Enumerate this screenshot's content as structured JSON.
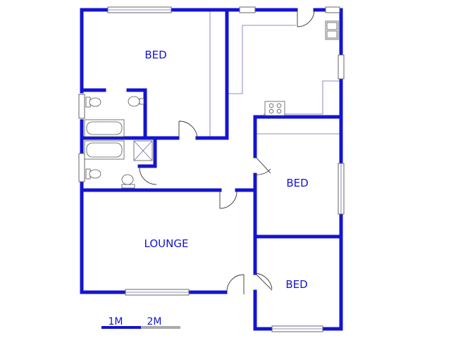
{
  "rooms": {
    "bed_top_left": "BED",
    "bed_right_middle": "BED",
    "lounge": "LOUNGE",
    "bed_bottom_right": "BED"
  },
  "scale_bar": {
    "label_1": "1M",
    "label_2": "2M"
  },
  "colors": {
    "wall": "#1414d2",
    "label": "#1414d2",
    "scale_first_segment": "#1414d2",
    "scale_second_segment": "#aaaaaa"
  }
}
